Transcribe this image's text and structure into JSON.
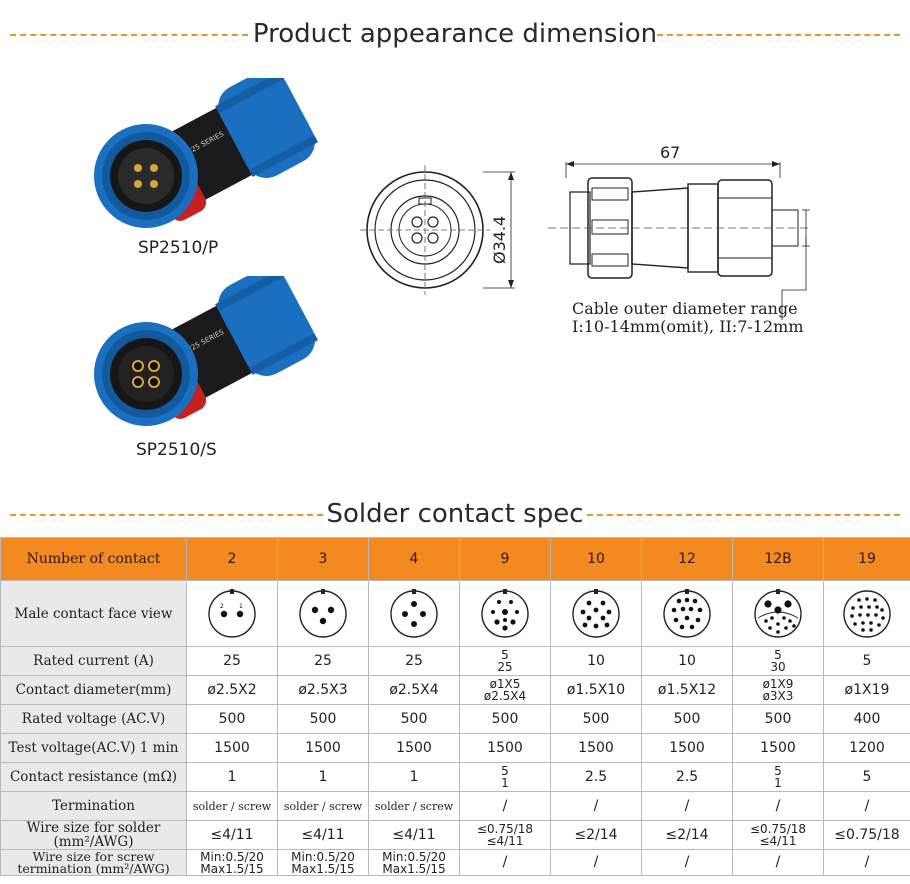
{
  "sections": {
    "appearance_title": "Product appearance dimension",
    "solder_title": "Solder contact spec"
  },
  "products": [
    {
      "label": "SP2510/P",
      "type": "plug",
      "body_text": "SP25 SERIES"
    },
    {
      "label": "SP2510/S",
      "type": "socket",
      "body_text": "SP25 SERIES"
    }
  ],
  "drawing": {
    "diameter_label": "Ø34.4",
    "length_label": "67",
    "note_line1": "Cable outer diameter range",
    "note_line2": "I:10-14mm(omit), II:7-12mm"
  },
  "table": {
    "header_label": "Number of contact",
    "columns": [
      "2",
      "3",
      "4",
      "9",
      "10",
      "12",
      "12B",
      "19"
    ],
    "face_row_label": "Male contact face view",
    "rows": [
      {
        "label": "Rated current (A)",
        "values": [
          [
            "25"
          ],
          [
            "25"
          ],
          [
            "25"
          ],
          [
            "5",
            "25"
          ],
          [
            "10"
          ],
          [
            "10"
          ],
          [
            "5",
            "30"
          ],
          [
            "5"
          ]
        ]
      },
      {
        "label": "Contact diameter(mm)",
        "values": [
          [
            "ø2.5X2"
          ],
          [
            "ø2.5X3"
          ],
          [
            "ø2.5X4"
          ],
          [
            "ø1X5",
            "ø2.5X4"
          ],
          [
            "ø1.5X10"
          ],
          [
            "ø1.5X12"
          ],
          [
            "ø1X9",
            "ø3X3"
          ],
          [
            "ø1X19"
          ]
        ]
      },
      {
        "label": "Rated voltage (AC.V)",
        "values": [
          [
            "500"
          ],
          [
            "500"
          ],
          [
            "500"
          ],
          [
            "500"
          ],
          [
            "500"
          ],
          [
            "500"
          ],
          [
            "500"
          ],
          [
            "400"
          ]
        ]
      },
      {
        "label": "Test voltage(AC.V) 1 min",
        "values": [
          [
            "1500"
          ],
          [
            "1500"
          ],
          [
            "1500"
          ],
          [
            "1500"
          ],
          [
            "1500"
          ],
          [
            "1500"
          ],
          [
            "1500"
          ],
          [
            "1200"
          ]
        ]
      },
      {
        "label": "Contact resistance (mΩ)",
        "values": [
          [
            "1"
          ],
          [
            "1"
          ],
          [
            "1"
          ],
          [
            "5",
            "1"
          ],
          [
            "2.5"
          ],
          [
            "2.5"
          ],
          [
            "5",
            "1"
          ],
          [
            "5"
          ]
        ]
      },
      {
        "label": "Termination",
        "values": [
          [
            "solder / screw"
          ],
          [
            "solder / screw"
          ],
          [
            "solder / screw"
          ],
          [
            "/"
          ],
          [
            "/"
          ],
          [
            "/"
          ],
          [
            "/"
          ],
          [
            "/"
          ]
        ]
      },
      {
        "label": "Wire size for solder (mm²/AWG)",
        "values": [
          [
            "≤4/11"
          ],
          [
            "≤4/11"
          ],
          [
            "≤4/11"
          ],
          [
            "≤0.75/18",
            "≤4/11"
          ],
          [
            "≤2/14"
          ],
          [
            "≤2/14"
          ],
          [
            "≤0.75/18",
            "≤4/11"
          ],
          [
            "≤0.75/18"
          ]
        ]
      },
      {
        "label": "Wire size for screw termination (mm²/AWG)",
        "values": [
          [
            "Min:0.5/20",
            "Max1.5/15"
          ],
          [
            "Min:0.5/20",
            "Max1.5/15"
          ],
          [
            "Min:0.5/20",
            "Max1.5/15"
          ],
          [
            "/"
          ],
          [
            "/"
          ],
          [
            "/"
          ],
          [
            "/"
          ],
          [
            "/"
          ]
        ]
      }
    ]
  },
  "colors": {
    "accent": "#f38a21",
    "dash": "#f0922b",
    "connector_blue": "#1a6fc0",
    "connector_black": "#1b1b1b",
    "row_header_bg": "#e9e9e9"
  }
}
